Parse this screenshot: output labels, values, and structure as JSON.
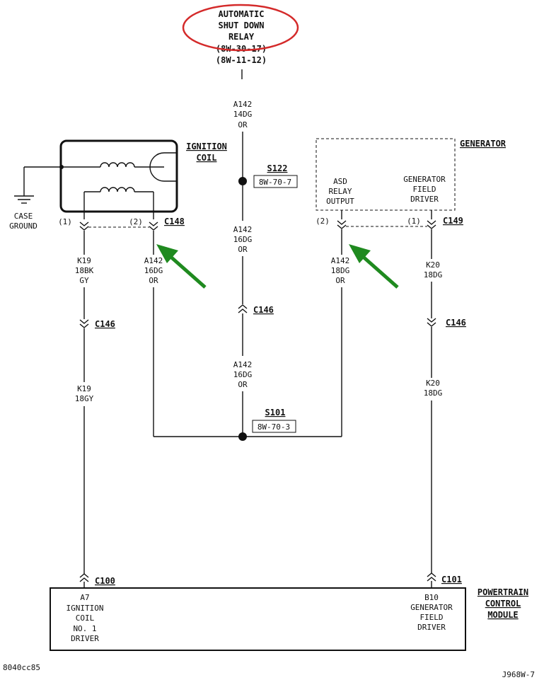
{
  "asd_relay": {
    "line1": "AUTOMATIC",
    "line2": "SHUT DOWN",
    "line3": "RELAY",
    "ref1": "(8W-30-17)",
    "ref2": "(8W-11-12)"
  },
  "wire_top": {
    "code": "A142",
    "gauge": "14DG",
    "or": "OR"
  },
  "splice_s122": {
    "name": "S122",
    "ref": "8W-70-7"
  },
  "wire_mid1": {
    "code": "A142",
    "gauge": "16DG",
    "or": "OR"
  },
  "conn_c146_center": "C146",
  "wire_mid2": {
    "code": "A142",
    "gauge": "16DG",
    "or": "OR"
  },
  "splice_s101": {
    "name": "S101",
    "ref": "8W-70-3"
  },
  "ignition_coil": {
    "line1": "IGNITION",
    "line2": "COIL"
  },
  "case_ground": {
    "line1": "CASE",
    "line2": "GROUND"
  },
  "c148": {
    "name": "C148",
    "pin1": "(1)",
    "pin2": "(2)"
  },
  "wire_k19_top": {
    "code": "K19",
    "gauge": "18BK",
    "color": "GY"
  },
  "wire_coil_a142": {
    "code": "A142",
    "gauge": "16DG",
    "or": "OR"
  },
  "conn_c146_left": "C146",
  "wire_k19_bottom": {
    "code": "K19",
    "gauge": "18GY"
  },
  "c100": "C100",
  "generator": {
    "title": "GENERATOR",
    "asd1": "ASD",
    "asd2": "RELAY",
    "asd3": "OUTPUT",
    "fd1": "GENERATOR",
    "fd2": "FIELD",
    "fd3": "DRIVER"
  },
  "c149": {
    "name": "C149",
    "pin2": "(2)",
    "pin1": "(1)"
  },
  "wire_gen_a142": {
    "code": "A142",
    "gauge": "18DG",
    "or": "OR"
  },
  "wire_k20_top": {
    "code": "K20",
    "gauge": "18DG"
  },
  "conn_c146_right": "C146",
  "wire_k20_bottom": {
    "code": "K20",
    "gauge": "18DG"
  },
  "c101": "C101",
  "pcm": {
    "title1": "POWERTRAIN",
    "title2": "CONTROL",
    "title3": "MODULE",
    "left1": "A7",
    "left2": "IGNITION",
    "left3": "COIL",
    "left4": "NO. 1",
    "left5": "DRIVER",
    "right1": "B10",
    "right2": "GENERATOR",
    "right3": "FIELD",
    "right4": "DRIVER"
  },
  "footer_left": "8040cc85",
  "footer_right": "J968W-7",
  "colors": {
    "highlight_oval": "#d42a2a",
    "arrow": "#1f8a1f",
    "ink": "#111111"
  }
}
